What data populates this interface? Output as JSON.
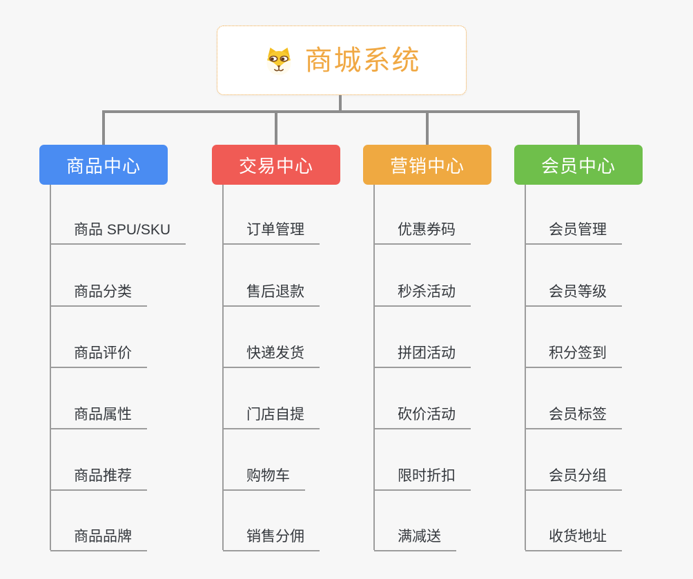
{
  "page": {
    "background": "#f7f7f7"
  },
  "connector_color": "#8c8c8c",
  "sub_connector_color": "#9c9c9c",
  "root": {
    "title": "商城系统",
    "icon": "shiba-dog-icon",
    "text_color": "#f0a843",
    "border_color": "#f0a843"
  },
  "branches": [
    {
      "label": "商品中心",
      "color": "#4a8cf2",
      "children": [
        "商品 SPU/SKU",
        "商品分类",
        "商品评价",
        "商品属性",
        "商品推荐",
        "商品品牌"
      ]
    },
    {
      "label": "交易中心",
      "color": "#f05b55",
      "children": [
        "订单管理",
        "售后退款",
        "快递发货",
        "门店自提",
        "购物车",
        "销售分佣"
      ]
    },
    {
      "label": "营销中心",
      "color": "#efa941",
      "children": [
        "优惠券码",
        "秒杀活动",
        "拼团活动",
        "砍价活动",
        "限时折扣",
        "满减送"
      ]
    },
    {
      "label": "会员中心",
      "color": "#6fbf4b",
      "children": [
        "会员管理",
        "会员等级",
        "积分签到",
        "会员标签",
        "会员分组",
        "收货地址"
      ]
    }
  ]
}
